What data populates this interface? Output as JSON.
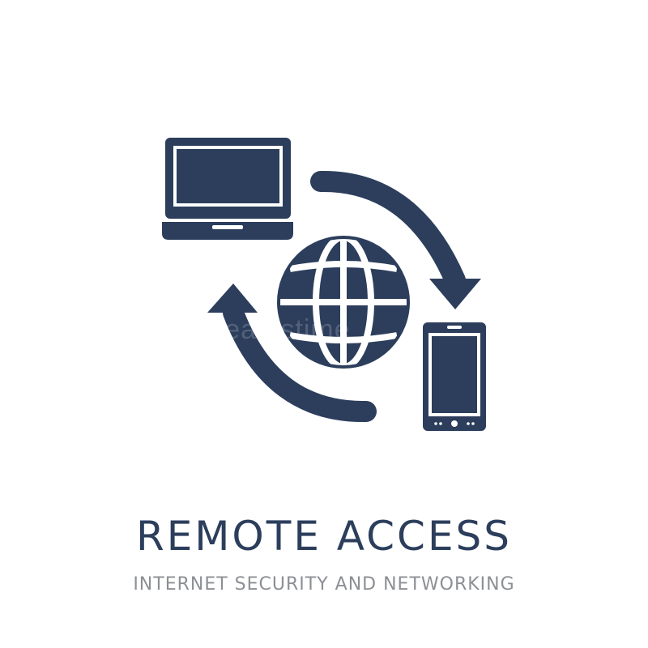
{
  "title": "REMOTE ACCESS",
  "subtitle": "INTERNET SECURITY AND NETWORKING",
  "watermark": "dreamstime",
  "icons": [
    "laptop-icon",
    "globe-icon",
    "smartphone-icon",
    "clockwise-arrow-icon",
    "counterclockwise-arrow-icon"
  ],
  "colors": {
    "icon": "#2c3e5c",
    "title": "#2c3e5c",
    "subtitle": "#8c8f94",
    "background": "#ffffff"
  }
}
